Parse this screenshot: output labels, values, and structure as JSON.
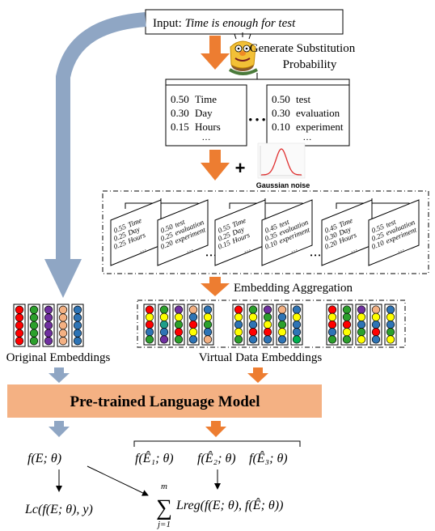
{
  "input": {
    "prefix": "Input: ",
    "sentence": "Time is enough for test"
  },
  "generate_label_line1": "Generate Substitution",
  "generate_label_line2": "Probability",
  "prob_box_left": [
    {
      "p": "0.50",
      "w": "Time"
    },
    {
      "p": "0.30",
      "w": "Day"
    },
    {
      "p": "0.15",
      "w": "Hours"
    }
  ],
  "prob_box_right": [
    {
      "p": "0.50",
      "w": "test"
    },
    {
      "p": "0.30",
      "w": "evaluation"
    },
    {
      "p": "0.10",
      "w": "experiment"
    }
  ],
  "ellipsis_small": "…",
  "ellipsis_dots": "• • •",
  "plus_sign": "+",
  "gaussian_label": "Gaussian noise",
  "card_groups": [
    {
      "left": [
        {
          "p": "0.55",
          "w": "Time"
        },
        {
          "p": "0.25",
          "w": "Day"
        },
        {
          "p": "0.25",
          "w": "Hours"
        }
      ],
      "right": [
        {
          "p": "0.50",
          "w": "test"
        },
        {
          "p": "0.25",
          "w": "evaluation"
        },
        {
          "p": "0.20",
          "w": "experiment"
        }
      ]
    },
    {
      "left": [
        {
          "p": "0.55",
          "w": "Time"
        },
        {
          "p": "0.25",
          "w": "Day"
        },
        {
          "p": "0.15",
          "w": "Hours"
        }
      ],
      "right": [
        {
          "p": "0.45",
          "w": "test"
        },
        {
          "p": "0.35",
          "w": "evaluation"
        },
        {
          "p": "0.10",
          "w": "experiment"
        }
      ]
    },
    {
      "left": [
        {
          "p": "0.45",
          "w": "Time"
        },
        {
          "p": "0.30",
          "w": "Day"
        },
        {
          "p": "0.20",
          "w": "Hours"
        }
      ],
      "right": [
        {
          "p": "0.55",
          "w": "test"
        },
        {
          "p": "0.25",
          "w": "evaluation"
        },
        {
          "p": "0.10",
          "w": "experiment"
        }
      ]
    }
  ],
  "embedding_aggregation_label": "Embedding Aggregation",
  "original_embeddings_label": "Original Embeddings",
  "virtual_embeddings_label": "Virtual Data Embeddings",
  "plm_label": "Pre-trained Language Model",
  "formulas": {
    "f_orig": "f(E; θ)",
    "f_hat_1": "f(Ê₁; θ)",
    "f_hat_2": "f(Ê₂; θ)",
    "f_hat_3": "f(Ê₃; θ)",
    "lc": "Lc(f(E; θ), y)",
    "sum_top": "m",
    "sum_sign": "∑",
    "sum_bottom": "j=1",
    "lreg": "Lreg(f(E; θ), f(Ê; θ))"
  },
  "colors": {
    "orange_arrow": "#ED7D31",
    "blue_arrow": "#8FA6C4",
    "plm_box": "#F4B183",
    "red": "#FF0000",
    "green": "#2CA02C",
    "purple": "#7030A0",
    "peach": "#F4B183",
    "blue": "#2E74B5",
    "yellow": "#FFFF00",
    "light_blue": "#9DC3E6",
    "teal": "#1F9E89",
    "bright_green": "#00B050"
  },
  "embedding_columns_original": [
    [
      "red",
      "red",
      "red",
      "red",
      "red"
    ],
    [
      "green",
      "green",
      "green",
      "green",
      "green"
    ],
    [
      "purple",
      "purple",
      "purple",
      "purple",
      "purple"
    ],
    [
      "peach",
      "peach",
      "peach",
      "peach",
      "peach"
    ],
    [
      "blue",
      "blue",
      "blue",
      "blue",
      "blue"
    ]
  ],
  "embedding_groups_virtual": [
    [
      [
        "red",
        "yellow",
        "red",
        "blue",
        "green"
      ],
      [
        "green",
        "yellow",
        "teal",
        "blue",
        "purple"
      ],
      [
        "purple",
        "yellow",
        "green",
        "red",
        "green"
      ],
      [
        "peach",
        "blue",
        "red",
        "yellow",
        "blue"
      ],
      [
        "blue",
        "yellow",
        "green",
        "blue",
        "peach"
      ]
    ],
    [
      [
        "red",
        "yellow",
        "blue",
        "yellow",
        "green"
      ],
      [
        "green",
        "yellow",
        "blue",
        "red",
        "blue"
      ],
      [
        "purple",
        "green",
        "yellow",
        "red",
        "blue"
      ],
      [
        "peach",
        "blue",
        "green",
        "yellow",
        "blue"
      ],
      [
        "blue",
        "yellow",
        "blue",
        "blue",
        "bright_green"
      ]
    ],
    [
      [
        "red",
        "yellow",
        "red",
        "blue",
        "green"
      ],
      [
        "green",
        "green",
        "red",
        "yellow",
        "green"
      ],
      [
        "purple",
        "yellow",
        "blue",
        "green",
        "yellow"
      ],
      [
        "peach",
        "yellow",
        "blue",
        "red",
        "blue"
      ],
      [
        "blue",
        "yellow",
        "blue",
        "green",
        "yellow"
      ]
    ]
  ]
}
